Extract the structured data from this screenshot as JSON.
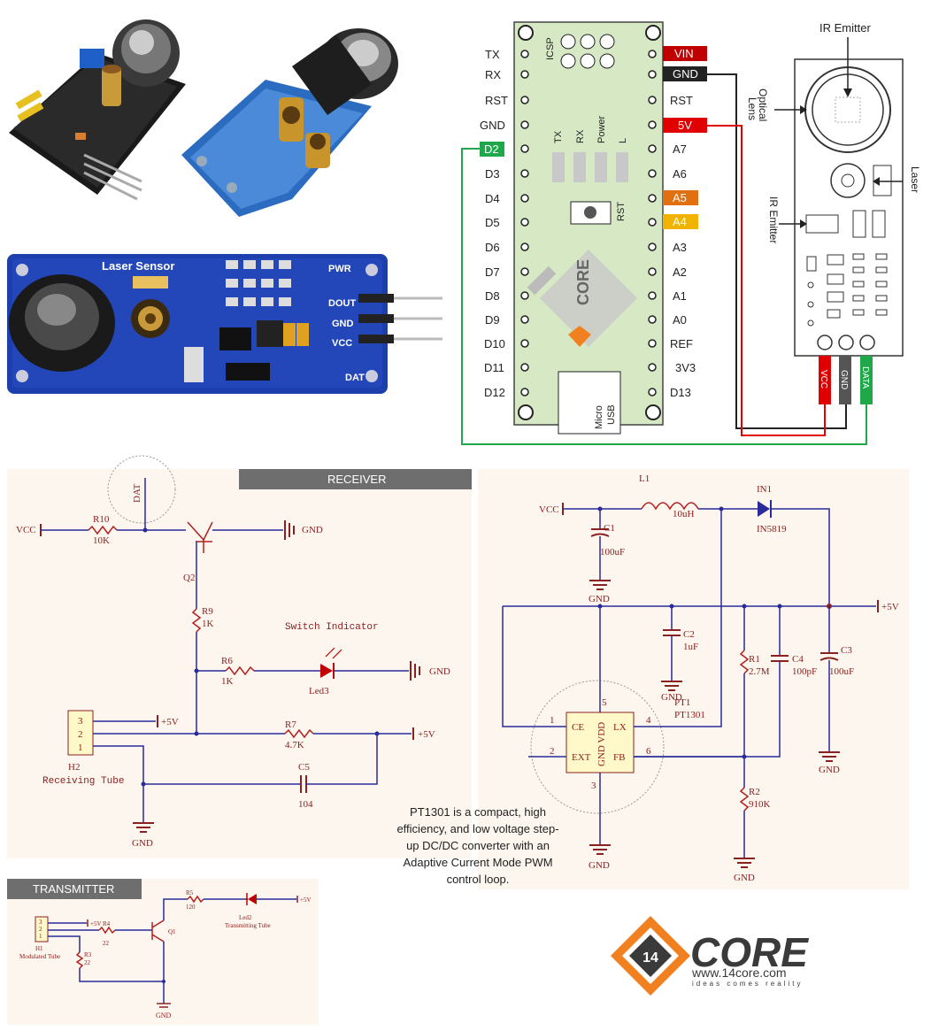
{
  "photos": {
    "laser_board_label": "Laser Sensor",
    "pins": [
      "PWR",
      "DOUT",
      "GND",
      "VCC",
      "DAT"
    ]
  },
  "arduino": {
    "left_pins": [
      "TX",
      "RX",
      "RST",
      "GND",
      "D2",
      "D3",
      "D4",
      "D5",
      "D6",
      "D7",
      "D8",
      "D9",
      "D10",
      "D11",
      "D12"
    ],
    "right_pins": [
      "VIN",
      "GND",
      "RST",
      "5V",
      "A7",
      "A6",
      "A5",
      "A4",
      "A3",
      "A2",
      "A1",
      "A0",
      "REF",
      "3V3",
      "D13"
    ],
    "icsp": "ICSP",
    "leds": [
      "TX",
      "RX",
      "Power",
      "L"
    ],
    "rst_button": "RST",
    "usb": "Micro\nUSB",
    "usb_line1": "Micro",
    "usb_line2": "USB"
  },
  "module": {
    "ir_emitter_top": "IR Emitter",
    "optical_lens": "Optical\nLens",
    "optical_l1": "Optical",
    "optical_l2": "Lens",
    "laser": "Laser",
    "ir_emitter_side": "IR Emitter",
    "pins": [
      "VCC",
      "GND",
      "DATA"
    ]
  },
  "receiver": {
    "header": "RECEIVER",
    "dat": "DAT",
    "vcc": "VCC",
    "r10": "R10",
    "r10v": "10K",
    "gnd": "GND",
    "q2": "Q2",
    "r9": "R9",
    "r9v": "1K",
    "switch_indicator": "Switch Indicator",
    "r6": "R6",
    "r6v": "1K",
    "led3": "Led3",
    "plus5v": "+5V",
    "r7": "R7",
    "r7v": "4.7K",
    "c5": "C5",
    "c5v": "104",
    "h2": "H2",
    "receiving_tube": "Receiving Tube",
    "header_pins": [
      "3",
      "2",
      "1"
    ]
  },
  "boost": {
    "vcc": "VCC",
    "l1": "L1",
    "l1v": "10uH",
    "in1": "IN1",
    "in5819": "IN5819",
    "c1": "C1",
    "c1v": "100uF",
    "gnd": "GND",
    "plus5v": "+5V",
    "c2": "C2",
    "c2v": "1uF",
    "r1": "R1",
    "r1v": "2.7M",
    "c4": "C4",
    "c4v": "100pF",
    "c3": "C3",
    "c3v": "100uF",
    "pt1": "PT1",
    "pt1301": "PT1301",
    "ce": "CE",
    "lx": "LX",
    "ext": "EXT",
    "fb": "FB",
    "gndvdd": "GND VDD",
    "r2": "R2",
    "r2v": "910K",
    "pin_nums": [
      "1",
      "2",
      "3",
      "4",
      "5",
      "6"
    ],
    "description": "PT1301 is a compact, high efficiency, and low voltage step-up DC/DC converter with an Adaptive Current Mode PWM control loop.",
    "desc_lines": [
      "PT1301 is a compact, high",
      "efficiency, and low voltage step-",
      "up DC/DC converter with an",
      "Adaptive Current Mode PWM",
      "control loop."
    ]
  },
  "transmitter": {
    "header": "TRANSMITTER",
    "r5": "R5",
    "r5v": "120",
    "led2": "Led2",
    "transmitting_tube": "Transmitting Tube",
    "plus5v": "+5V",
    "r4": "R4",
    "r4v": "22",
    "q1": "Q1",
    "h1": "H1",
    "modulated_tube": "Modulated Tube",
    "r3": "R3",
    "r3v": "22",
    "gnd": "GND",
    "header_pins": [
      "3",
      "2",
      "1"
    ]
  },
  "logo": {
    "brand": "CORE",
    "url": "www.14core.com",
    "tagline": "ideas comes reality",
    "badge": "14"
  },
  "colors": {
    "board": "#d6e8c4",
    "pcb_blue": "#1a3aa0",
    "vin_red": "#c00000",
    "gnd_black": "#222222",
    "five_v_red": "#e00000",
    "d2_green": "#1fa84a",
    "a5_orange": "#e07010",
    "a4_yellow": "#f0b400",
    "schematic_bg": "#fdf6ee",
    "logo_orange": "#f08020"
  }
}
